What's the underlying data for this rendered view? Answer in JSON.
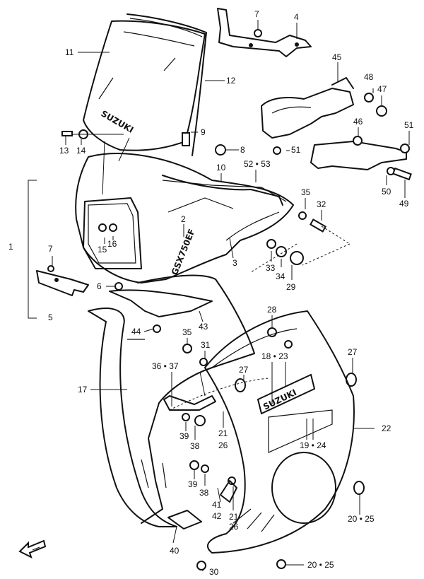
{
  "labels": {
    "l1": "1",
    "l2": "2",
    "l3": "3",
    "l4": "4",
    "l5": "5",
    "l6": "6",
    "l7a": "7",
    "l7b": "7",
    "l8": "8",
    "l9": "9",
    "l10": "10",
    "l11": "11",
    "l12": "12",
    "l13": "13",
    "l14": "14",
    "l15": "15",
    "l16": "16",
    "l17": "17",
    "l1823": "18 • 23",
    "l1924": "19 • 24",
    "l2025a": "20 • 25",
    "l2025b": "20 • 25",
    "l21a": "21",
    "l21b": "21",
    "l22": "22",
    "l26a": "26",
    "l26b": "26",
    "l27a": "27",
    "l27b": "27",
    "l28": "28",
    "l29": "29",
    "l30": "30",
    "l31": "31",
    "l32": "32",
    "l33": "33",
    "l34": "34",
    "l35a": "35",
    "l35b": "35",
    "l3637": "36 • 37",
    "l38a": "38",
    "l38b": "38",
    "l39a": "39",
    "l39b": "39",
    "l40": "40",
    "l41": "41",
    "l42": "42",
    "l43": "43",
    "l44": "44",
    "l45": "45",
    "l46": "46",
    "l47": "47",
    "l48": "48",
    "l49": "49",
    "l50": "50",
    "l51a": "51",
    "l51b": "51",
    "l5253": "52 • 53"
  },
  "markings": {
    "windscreen_brand": "SUZUKI",
    "fairing_model": "GSX750EF",
    "lower_brand": "SUZUKI"
  },
  "colors": {
    "ink": "#111111",
    "paper": "#ffffff"
  }
}
